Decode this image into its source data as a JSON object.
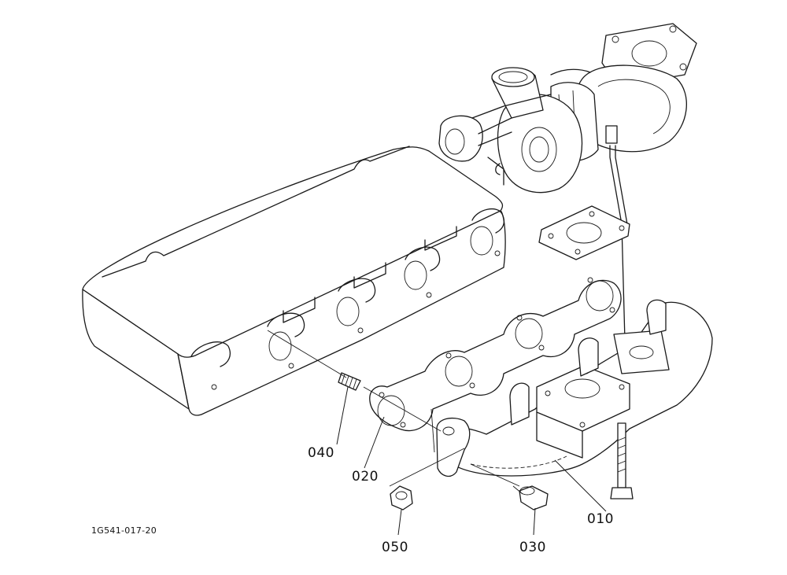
{
  "diagram": {
    "drawing_code": "1G541-017-20",
    "colors": {
      "line": "#1a1a1a",
      "background": "#ffffff"
    },
    "callouts": [
      {
        "id": "010",
        "label": "010"
      },
      {
        "id": "020",
        "label": "020"
      },
      {
        "id": "030",
        "label": "030"
      },
      {
        "id": "040",
        "label": "040"
      },
      {
        "id": "050",
        "label": "050"
      }
    ]
  }
}
